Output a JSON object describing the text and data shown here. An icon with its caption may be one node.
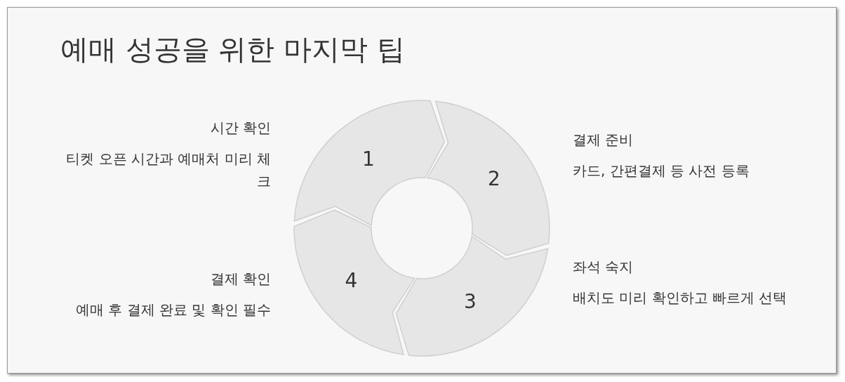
{
  "diagram": {
    "title": "예매 성공을 위한 마지막 팁",
    "nodes": [
      {
        "text": [
          "1"
        ],
        "beside": [
          "시간 확인",
          "티켓 오픈 시간과 예매처 미리 체크"
        ]
      },
      {
        "text": [
          "2"
        ],
        "beside": [
          "결제 준비",
          "카드, 간편결제 등 사전 등록"
        ]
      },
      {
        "text": [
          "3"
        ],
        "beside": [
          "좌석 숙지",
          "배치도 미리 확인하고 빠르게 선택"
        ]
      },
      {
        "text": [
          "4"
        ],
        "beside": [
          "결제 확인",
          "예매 후 결제 완료 및 확인 필수"
        ]
      }
    ]
  }
}
